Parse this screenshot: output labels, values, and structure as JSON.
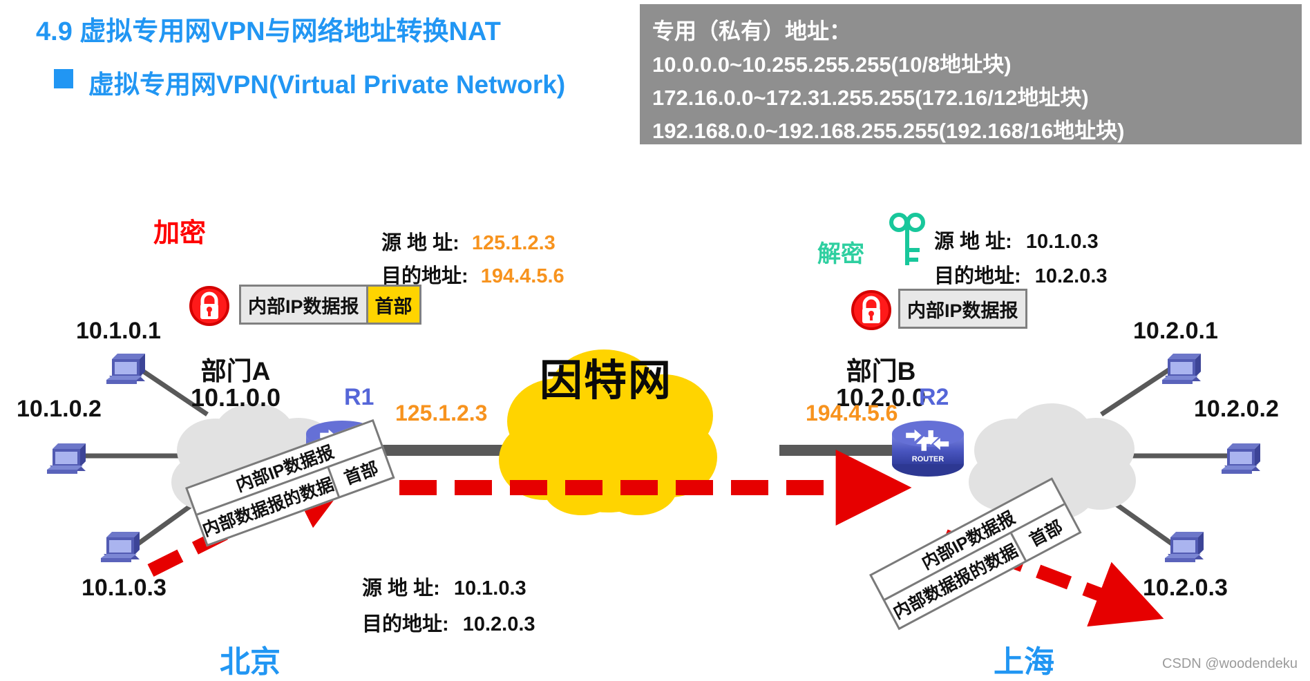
{
  "title": {
    "main": "4.9 虚拟专用网VPN与网络地址转换NAT",
    "sub": "虚拟专用网VPN(Virtual Private Network)",
    "accent_color": "#2196F3"
  },
  "private_address_box": {
    "background_color": "#8f8f8f",
    "text_color": "#ffffff",
    "heading": "专用（私有）地址：",
    "lines": [
      "10.0.0.0~10.255.255.255(10/8地址块)",
      "172.16.0.0~172.31.255.255(172.16/12地址块)",
      "192.168.0.0~192.168.255.255(192.168/16地址块)"
    ]
  },
  "left_site": {
    "city": "北京",
    "cloud_label": "部门A",
    "cloud_network": "10.1.0.0",
    "router_name": "R1",
    "router_caption": "ROUTER",
    "wan_ip": "125.1.2.3",
    "hosts": [
      "10.1.0.1",
      "10.1.0.2",
      "10.1.0.3"
    ],
    "crypto_label": "加密",
    "crypto_color": "#FF0000",
    "outer_header": {
      "source_label": "源 地 址:",
      "source_value": "125.1.2.3",
      "dest_label": "目的地址:",
      "dest_value": "194.4.5.6",
      "value_color": "#F7931E"
    },
    "encrypted_packet": {
      "lock_icon": "lock-icon",
      "payload_label": "内部IP数据报",
      "header_label": "首部",
      "header_color": "#FFD400"
    },
    "inner_packet": {
      "top_label": "内部IP数据报",
      "data_label": "内部数据报的数据",
      "header_label": "首部"
    },
    "inner_header": {
      "source_label": "源 地 址:",
      "source_value": "10.1.0.3",
      "dest_label": "目的地址:",
      "dest_value": "10.2.0.3"
    }
  },
  "internet": {
    "label": "因特网",
    "cloud_color": "#FFD400"
  },
  "right_site": {
    "city": "上海",
    "cloud_label": "部门B",
    "cloud_network": "10.2.0.0",
    "router_name": "R2",
    "router_caption": "ROUTER",
    "wan_ip": "194.4.5.6",
    "hosts": [
      "10.2.0.1",
      "10.2.0.2",
      "10.2.0.3"
    ],
    "crypto_label": "解密",
    "crypto_color": "#2ecfa0",
    "key_icon": "key-icon",
    "inner_header": {
      "source_label": "源 地 址:",
      "source_value": "10.1.0.3",
      "dest_label": "目的地址:",
      "dest_value": "10.2.0.3"
    },
    "decrypted_packet": {
      "lock_icon": "lock-icon",
      "payload_label": "内部IP数据报"
    },
    "inner_packet": {
      "top_label": "内部IP数据报",
      "data_label": "内部数据报的数据",
      "header_label": "首部"
    }
  },
  "tunnel": {
    "arrow_color": "#E60000",
    "link_color": "#595959"
  },
  "watermark": "CSDN @woodendeku"
}
